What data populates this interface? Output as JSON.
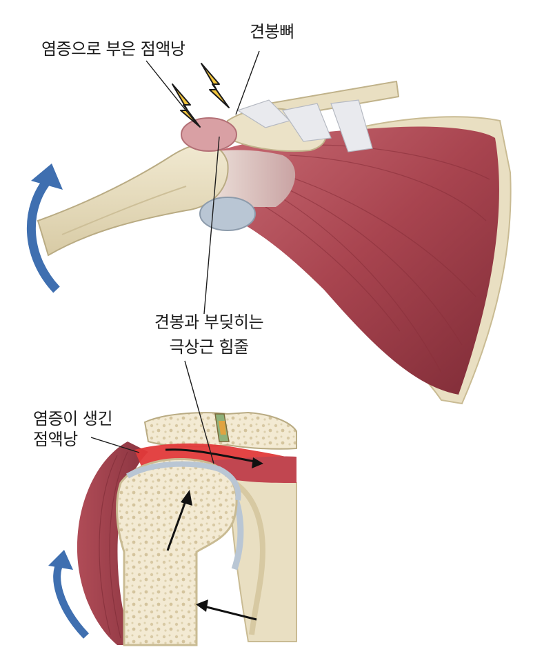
{
  "labels": {
    "inflamed_bursa_top": "염증으로 부은 점액낭",
    "acromion": "견봉뼈",
    "tendon_line1": "견봉과 부딪히는",
    "tendon_line2": "극상근 힘줄",
    "bursa_inset_line1": "염증이 생긴",
    "bursa_inset_line2": "점액낭"
  },
  "icons": {
    "lightning": "lightning-icon",
    "rotation_arrow": "rotation-arrow-icon",
    "direction_arrow": "direction-arrow-icon"
  },
  "colors": {
    "muscle": "#a8444f",
    "bone": "#e9dfc2",
    "bursa": "#d9a0a4",
    "inflamed": "#e23a3a",
    "arrow_blue": "#3f6fb0",
    "lightning": "#f2c53d"
  }
}
